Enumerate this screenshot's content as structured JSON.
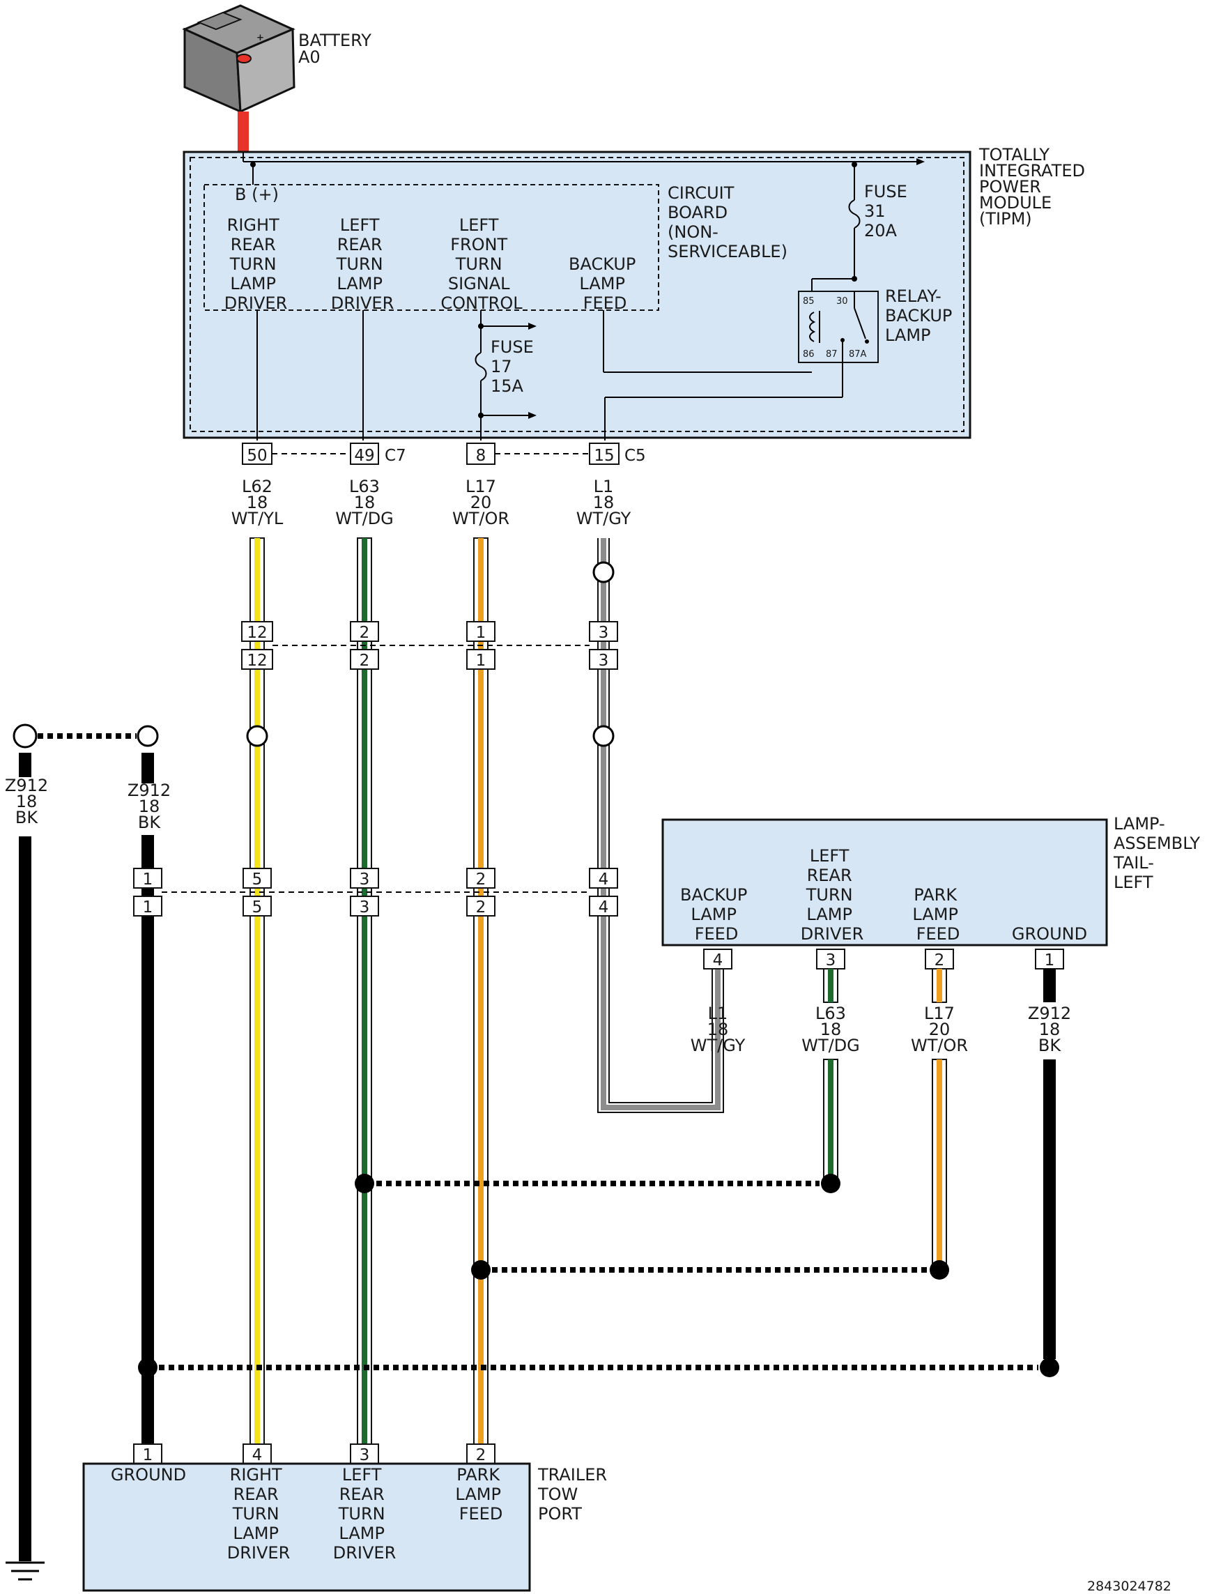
{
  "colors": {
    "module_fill": "#d6e6f5",
    "wire_yellow": "#f4e21c",
    "wire_green": "#1e6b2f",
    "wire_orange": "#f0a020",
    "wire_gray": "#8c8c8c",
    "wire_black": "#000000",
    "battery_cable": "#e8332a"
  },
  "battery": {
    "name": "BATTERY",
    "id": "A0"
  },
  "tipm": {
    "title": [
      "TOTALLY",
      "INTEGRATED",
      "POWER",
      "MODULE",
      "(TIPM)"
    ],
    "circuit_board": [
      "CIRCUIT",
      "BOARD",
      "(NON-",
      "SERVICEABLE)"
    ],
    "bplus": "B (+)",
    "outputs": [
      [
        "RIGHT",
        "REAR",
        "TURN",
        "LAMP",
        "DRIVER"
      ],
      [
        "LEFT",
        "REAR",
        "TURN",
        "LAMP",
        "DRIVER"
      ],
      [
        "LEFT",
        "FRONT",
        "TURN",
        "SIGNAL",
        "CONTROL"
      ],
      [
        "BACKUP",
        "LAMP",
        "FEED"
      ]
    ],
    "fuse31": [
      "FUSE",
      "31",
      "20A"
    ],
    "fuse17": [
      "FUSE",
      "17",
      "15A"
    ],
    "relay": {
      "label": [
        "RELAY-",
        "BACKUP",
        "LAMP"
      ],
      "pins": [
        "85",
        "30",
        "86",
        "87",
        "87A"
      ]
    }
  },
  "tipm_connectors": {
    "c7_pins": [
      "50",
      "49"
    ],
    "c7_name": "C7",
    "c5_pins": [
      "8",
      "15"
    ],
    "c5_name": "C5"
  },
  "top_wires": [
    [
      "L62",
      "18",
      "WT/YL"
    ],
    [
      "L63",
      "18",
      "WT/DG"
    ],
    [
      "L17",
      "20",
      "WT/OR"
    ],
    [
      "L1",
      "18",
      "WT/GY"
    ]
  ],
  "inline1_pins": [
    "12",
    "2",
    "1",
    "3"
  ],
  "ground_wires": [
    [
      "Z912",
      "18",
      "BK"
    ],
    [
      "Z912",
      "18",
      "BK"
    ]
  ],
  "inline2_pins": [
    "1",
    "5",
    "3",
    "2",
    "4"
  ],
  "lamp_assembly": {
    "title": [
      "LAMP-",
      "ASSEMBLY",
      "TAIL-",
      "LEFT"
    ],
    "pins": [
      {
        "num": "4",
        "label": [
          "BACKUP",
          "LAMP",
          "FEED"
        ],
        "wire": [
          "L1",
          "18",
          "WT/GY"
        ]
      },
      {
        "num": "3",
        "label": [
          "LEFT",
          "REAR",
          "TURN",
          "LAMP",
          "DRIVER"
        ],
        "wire": [
          "L63",
          "18",
          "WT/DG"
        ]
      },
      {
        "num": "2",
        "label": [
          "PARK",
          "LAMP",
          "FEED"
        ],
        "wire": [
          "L17",
          "20",
          "WT/OR"
        ]
      },
      {
        "num": "1",
        "label": [
          "GROUND"
        ],
        "wire": [
          "Z912",
          "18",
          "BK"
        ]
      }
    ]
  },
  "trailer_port": {
    "title": [
      "TRAILER",
      "TOW",
      "PORT"
    ],
    "pins": [
      {
        "num": "1",
        "label": [
          "GROUND"
        ]
      },
      {
        "num": "4",
        "label": [
          "RIGHT",
          "REAR",
          "TURN",
          "LAMP",
          "DRIVER"
        ]
      },
      {
        "num": "3",
        "label": [
          "LEFT",
          "REAR",
          "TURN",
          "LAMP",
          "DRIVER"
        ]
      },
      {
        "num": "2",
        "label": [
          "PARK",
          "LAMP",
          "FEED"
        ]
      }
    ]
  },
  "doc_number": "2843024782"
}
